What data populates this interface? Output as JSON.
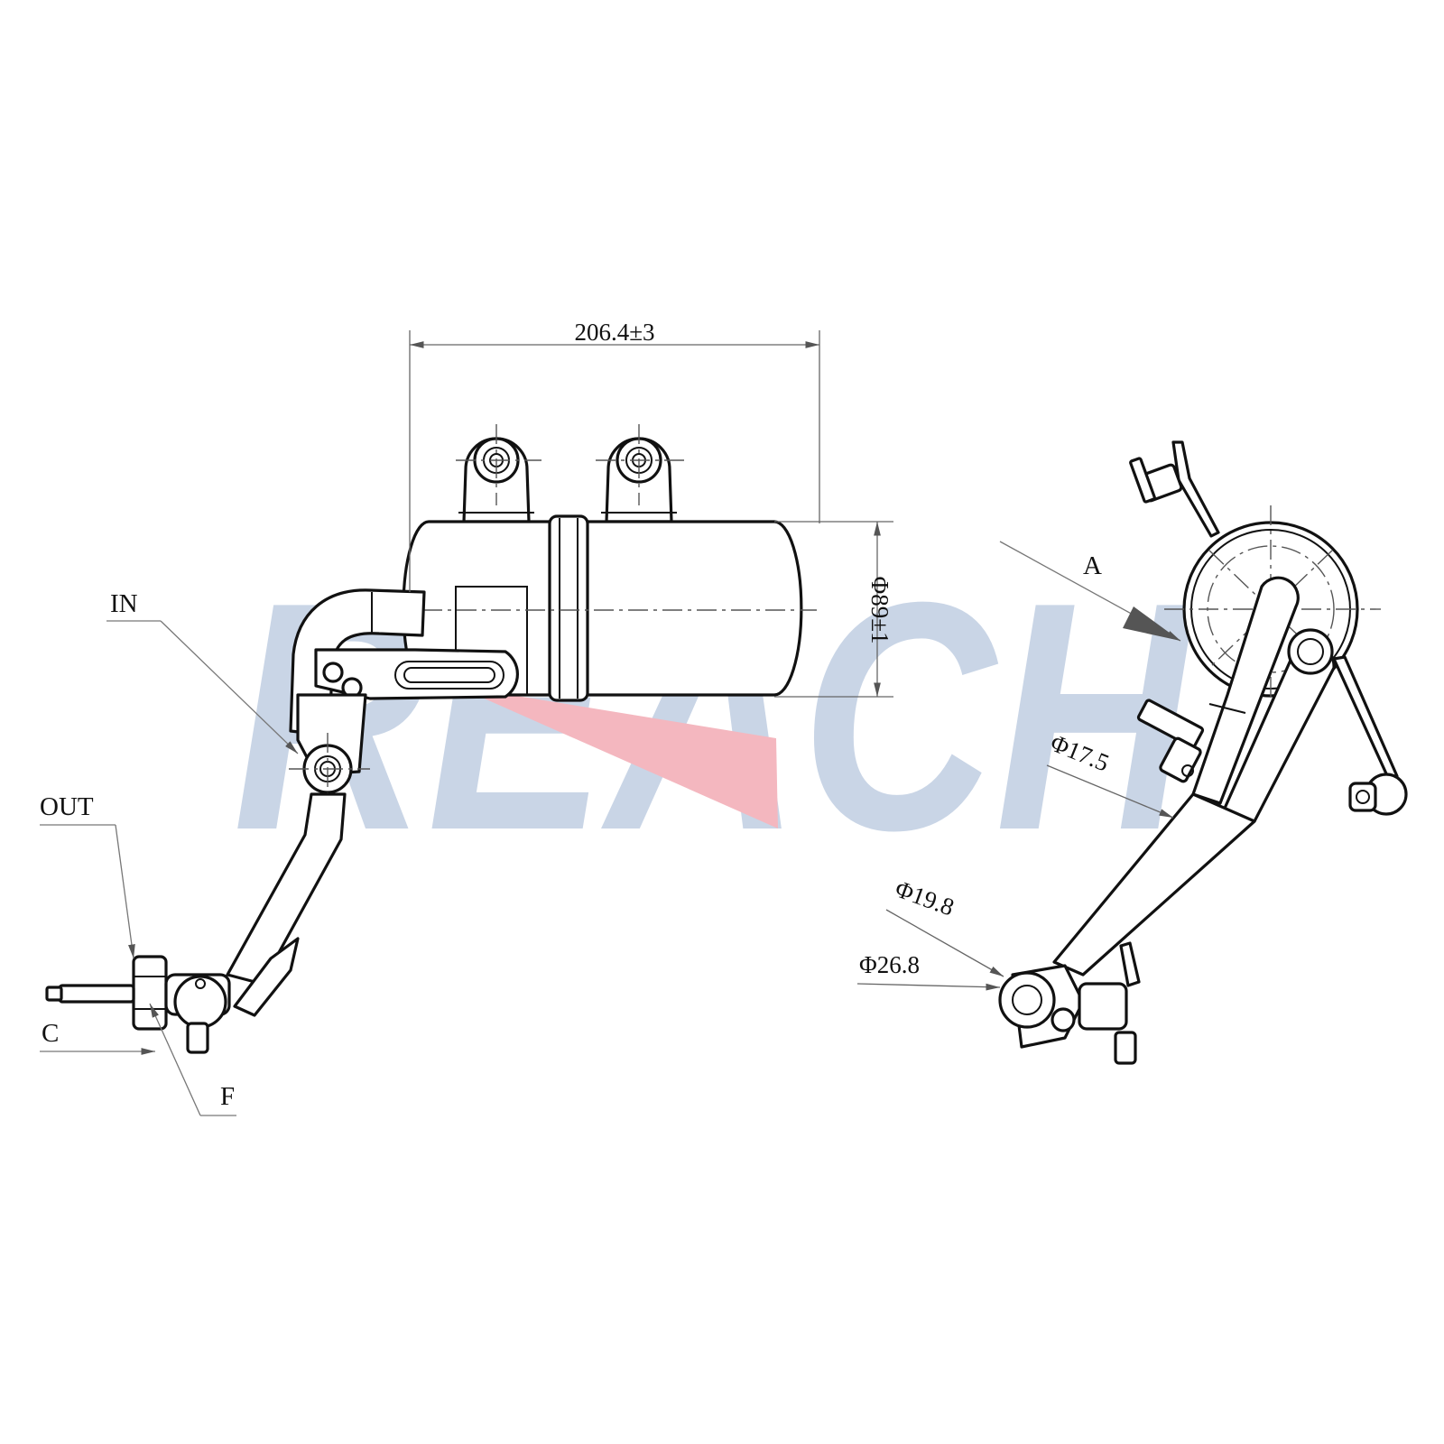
{
  "watermark": {
    "text": "REACH",
    "letter_color": "#c9d5e6",
    "accent_color": "#f4b7bf"
  },
  "dimensions": {
    "length": "206.4±3",
    "diameter": "Φ89±1",
    "pipe_small": "Φ17.5",
    "port_inner": "Φ19.8",
    "port_outer": "Φ26.8"
  },
  "labels": {
    "inlet": "IN",
    "outlet": "OUT",
    "c": "C",
    "f": "F",
    "view": "A"
  },
  "colors": {
    "line": "#111111",
    "dimension_line": "#666666"
  }
}
